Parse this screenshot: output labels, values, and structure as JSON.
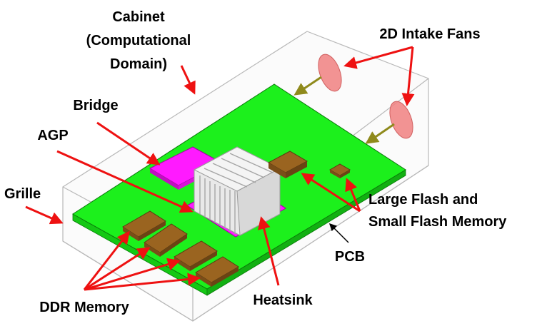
{
  "labels": {
    "cabinet": [
      "Cabinet",
      "(Computational",
      "Domain)"
    ],
    "intake_fans": "2D Intake Fans",
    "bridge": "Bridge",
    "agp": "AGP",
    "grille": "Grille",
    "flash": [
      "Large Flash and",
      "Small Flash Memory"
    ],
    "pcb": "PCB",
    "ddr": "DDR Memory",
    "heatsink": "Heatsink"
  },
  "colors": {
    "pcb": "#1cf01c",
    "pcb_side": "#14c814",
    "bridge": "#ff1aff",
    "memory": "#9a6420",
    "fan": "#f08080",
    "heatsink": "#e8e8e8",
    "arrow_red": "#ee1111",
    "arrow_olive": "#8f8a1c",
    "cabinet_edge": "#b8b8b8"
  }
}
